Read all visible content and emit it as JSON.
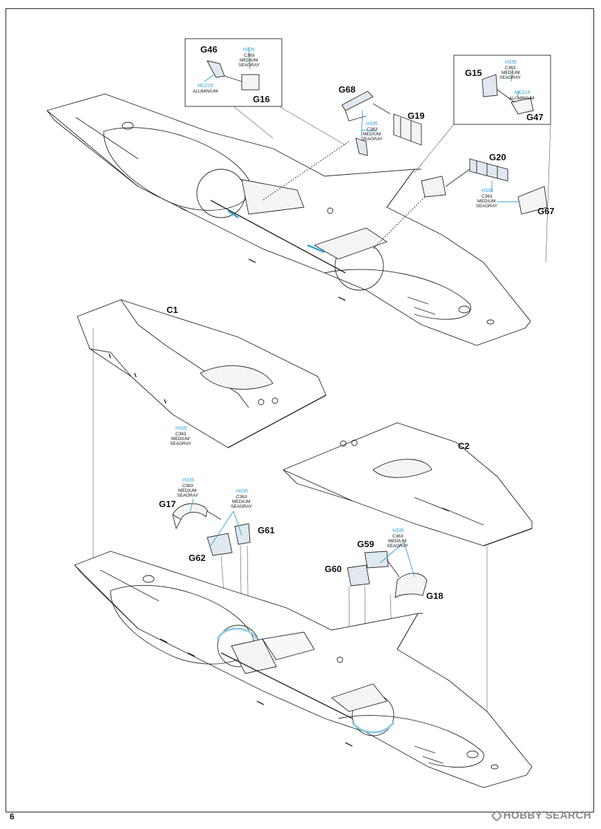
{
  "page": {
    "number": "6"
  },
  "watermark": {
    "text": "HOBBY SEARCH"
  },
  "paints": {
    "h335": "H335",
    "c363": "C363",
    "seagray_line1": "MEDIUM",
    "seagray_line2": "SEAGRAY",
    "mc218": "MC218",
    "aluminium": "ALUMINIUM"
  },
  "parts": {
    "g46": "G46",
    "g16": "G16",
    "g68": "G68",
    "g19": "G19",
    "g15": "G15",
    "g47": "G47",
    "g20": "G20",
    "g67": "G67",
    "c1": "C1",
    "c2": "C2",
    "g17": "G17",
    "g61": "G61",
    "g62": "G62",
    "g59": "G59",
    "g60": "G60",
    "g18": "G18"
  },
  "colors": {
    "accent": "#2a9fcf",
    "line": "#222222",
    "wheelwell_blue": "#8fcbe6"
  }
}
